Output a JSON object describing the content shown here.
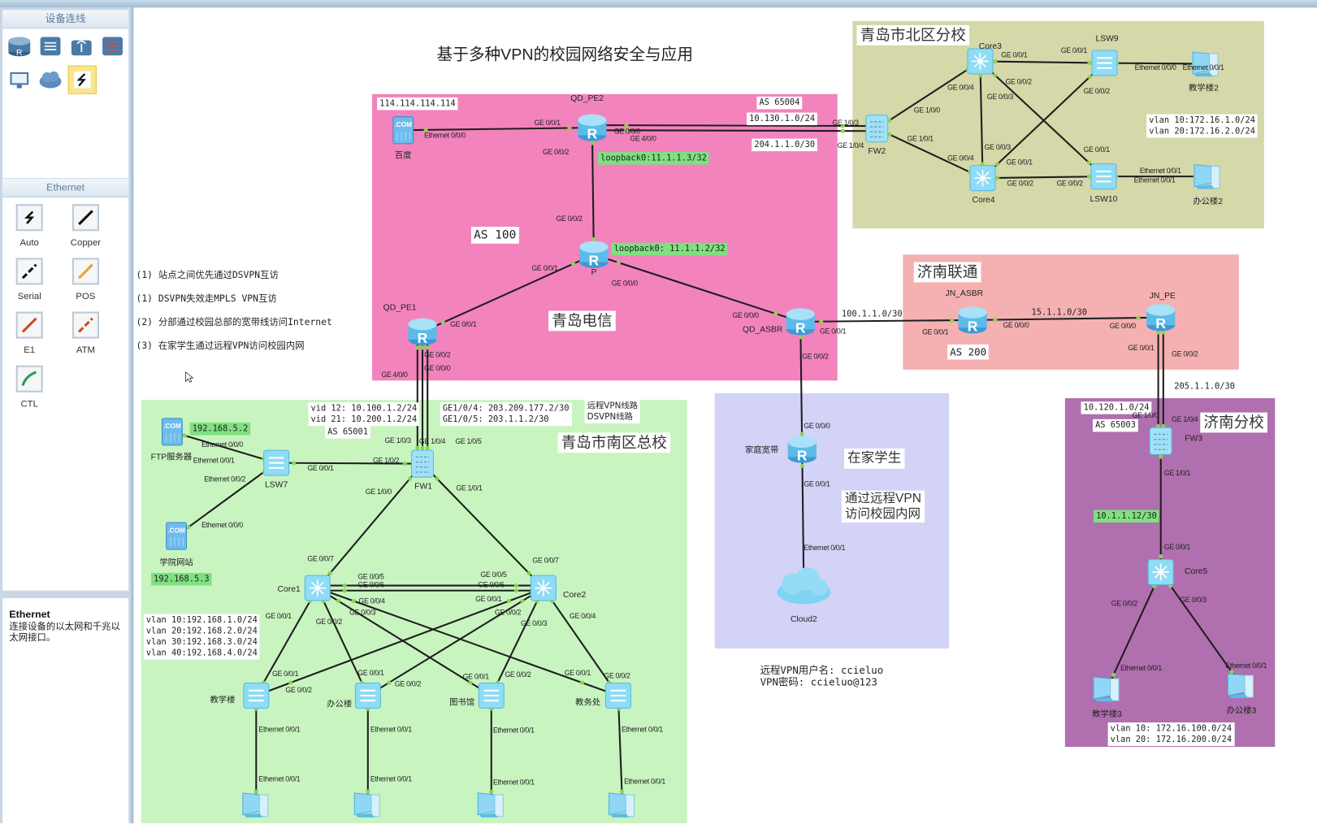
{
  "sidebar": {
    "device_panel_title": "设备连线",
    "device_icons": [
      "router-icon",
      "switch-icon",
      "wireless-icon",
      "firewall-icon",
      "pc-icon",
      "cloud-icon",
      "link-icon"
    ],
    "link_panel_title": "Ethernet",
    "link_types": [
      "Auto",
      "Copper",
      "Serial",
      "POS",
      "E1",
      "ATM",
      "CTL"
    ],
    "info_title": "Ethernet",
    "info_text": "连接设备的以太网和千兆以太网接口。"
  },
  "title": "基于多种VPN的校园网络安全与应用",
  "notes": [
    "(1) 站点之间优先通过DSVPN互访",
    "(1) DSVPN失效走MPLS VPN互访",
    "(2) 分部通过校园总部的宽带线访问Internet",
    "(3) 在家学生通过远程VPN访问校园内网"
  ],
  "regions": {
    "qd_telecom": {
      "name": "青岛电信",
      "as": "AS 100",
      "color": "#f383bd"
    },
    "north": {
      "name": "青岛市北区分校",
      "color": "#d5d8a8"
    },
    "jn_unicom": {
      "name": "济南联通",
      "as": "AS 200",
      "color": "#f5b1b1"
    },
    "jn_campus": {
      "name": "济南分校",
      "as": "AS 65003",
      "color": "#b06fae"
    },
    "home": {
      "name": "在家学生",
      "desc": "通过远程VPN\n访问校园内网",
      "color": "#d3d3f8"
    },
    "south": {
      "name": "青岛市南区总校",
      "as": "AS 65001",
      "color": "#c8f4c0"
    }
  },
  "annotations": {
    "baidu_ip": "114.114.114.114",
    "as65004": "AS 65004",
    "net_10_130": "10.130.1.0/24",
    "net_204": "204.1.1.0/30",
    "pe2_loopback": "loopback0:11.1.1.3/32",
    "p_loopback": "loopback0: 11.1.1.2/32",
    "north_vlans": "vlan 10:172.16.1.0/24\nvlan 20:172.16.2.0/24",
    "net_100": "100.1.1.0/30",
    "net_15": "15.1.1.0/30",
    "net_205": "205.1.1.0/30",
    "net_10_120": "10.120.1.0/24",
    "net_10_1_1_12": "10.1.1.12/30",
    "jn_vlans": "vlan 10: 172.16.100.0/24\nvlan 20: 172.16.200.0/24",
    "vpn_credentials": "远程VPN用户名: ccieluo\nVPN密码: ccieluo@123",
    "fw1_vids": "vid 12: 10.100.1.2/24\nvid 21: 10.200.1.2/24",
    "fw1_wan": "GE1/0/4: 203.209.177.2/30\nGE1/0/5: 203.1.1.2/30",
    "fw1_lines": "远程VPN线路\nDSVPN线路",
    "ftp_ip": "192.168.5.2",
    "web_ip": "192.168.5.3",
    "south_vlans": "vlan 10:192.168.1.0/24\nvlan 20:192.168.2.0/24\nvlan 30:192.168.3.0/24\nvlan 40:192.168.4.0/24"
  },
  "nodes": [
    {
      "id": "baidu",
      "type": "server",
      "label": "百度"
    },
    {
      "id": "pe2",
      "type": "router",
      "label": "QD_PE2"
    },
    {
      "id": "p",
      "type": "router",
      "label": "P"
    },
    {
      "id": "pe1",
      "type": "router",
      "label": "QD_PE1"
    },
    {
      "id": "asbr",
      "type": "router",
      "label": "QD_ASBR"
    },
    {
      "id": "jnasbr",
      "type": "router",
      "label": "JN_ASBR"
    },
    {
      "id": "jnpe",
      "type": "router",
      "label": "JN_PE"
    },
    {
      "id": "fw2",
      "type": "firewall",
      "label": "FW2"
    },
    {
      "id": "core3",
      "type": "l3switch",
      "label": "Core3"
    },
    {
      "id": "core4",
      "type": "l3switch",
      "label": "Core4"
    },
    {
      "id": "lsw9",
      "type": "switch",
      "label": "LSW9"
    },
    {
      "id": "lsw10",
      "type": "switch",
      "label": "LSW10"
    },
    {
      "id": "pc2a",
      "type": "pc",
      "label": "教学楼2"
    },
    {
      "id": "pc2b",
      "type": "pc",
      "label": "办公楼2"
    },
    {
      "id": "fw1",
      "type": "firewall",
      "label": "FW1"
    },
    {
      "id": "lsw7",
      "type": "switch",
      "label": "LSW7"
    },
    {
      "id": "ftp",
      "type": "server",
      "label": "FTP服务器"
    },
    {
      "id": "web",
      "type": "server",
      "label": "学院网站"
    },
    {
      "id": "core1",
      "type": "l3switch",
      "label": "Core1"
    },
    {
      "id": "core2",
      "type": "l3switch",
      "label": "Core2"
    },
    {
      "id": "sw1",
      "type": "switch",
      "label": "教学楼"
    },
    {
      "id": "sw2",
      "type": "switch",
      "label": "办公楼"
    },
    {
      "id": "sw3",
      "type": "switch",
      "label": "图书馆"
    },
    {
      "id": "sw4",
      "type": "switch",
      "label": "教务处"
    },
    {
      "id": "pc1",
      "type": "pc",
      "label": ""
    },
    {
      "id": "pc2",
      "type": "pc",
      "label": ""
    },
    {
      "id": "pc3",
      "type": "pc",
      "label": ""
    },
    {
      "id": "pc4",
      "type": "pc",
      "label": ""
    },
    {
      "id": "home",
      "type": "router",
      "label": "家庭宽带"
    },
    {
      "id": "cloud2",
      "type": "cloud",
      "label": "Cloud2"
    },
    {
      "id": "fw3",
      "type": "firewall",
      "label": "FW3"
    },
    {
      "id": "core5",
      "type": "l3switch",
      "label": "Core5"
    },
    {
      "id": "pc3a",
      "type": "pc",
      "label": "教学楼3"
    },
    {
      "id": "pc3b",
      "type": "pc",
      "label": "办公楼3"
    }
  ],
  "links": [
    [
      "baidu",
      "pe2",
      1
    ],
    [
      "pe2",
      "p",
      1
    ],
    [
      "p",
      "pe1",
      1
    ],
    [
      "p",
      "asbr",
      1
    ],
    [
      "pe2",
      "fw2",
      2
    ],
    [
      "pe1",
      "fw1",
      3
    ],
    [
      "asbr",
      "jnasbr",
      1
    ],
    [
      "jnasbr",
      "jnpe",
      1
    ],
    [
      "jnpe",
      "fw3",
      2
    ],
    [
      "asbr",
      "home",
      1
    ],
    [
      "home",
      "cloud2",
      1
    ],
    [
      "fw2",
      "core3",
      1
    ],
    [
      "fw2",
      "core4",
      1
    ],
    [
      "core3",
      "lsw9",
      1
    ],
    [
      "core3",
      "core4",
      1
    ],
    [
      "core3",
      "lsw10",
      1
    ],
    [
      "core4",
      "lsw9",
      1
    ],
    [
      "core4",
      "lsw10",
      1
    ],
    [
      "lsw9",
      "pc2a",
      1
    ],
    [
      "lsw10",
      "pc2b",
      1
    ],
    [
      "fw3",
      "core5",
      1
    ],
    [
      "core5",
      "pc3a",
      1
    ],
    [
      "core5",
      "pc3b",
      1
    ],
    [
      "ftp",
      "lsw7",
      1
    ],
    [
      "web",
      "lsw7",
      1
    ],
    [
      "lsw7",
      "fw1",
      1
    ],
    [
      "fw1",
      "core1",
      1
    ],
    [
      "fw1",
      "core2",
      1
    ],
    [
      "core1",
      "core2",
      2
    ],
    [
      "core1",
      "sw1",
      1
    ],
    [
      "core1",
      "sw2",
      1
    ],
    [
      "core1",
      "sw3",
      1
    ],
    [
      "core1",
      "sw4",
      1
    ],
    [
      "core2",
      "sw1",
      1
    ],
    [
      "core2",
      "sw2",
      1
    ],
    [
      "core2",
      "sw3",
      1
    ],
    [
      "core2",
      "sw4",
      1
    ],
    [
      "sw1",
      "pc1",
      1
    ],
    [
      "sw2",
      "pc2",
      1
    ],
    [
      "sw3",
      "pc3",
      1
    ],
    [
      "sw4",
      "pc4",
      1
    ]
  ],
  "link_color": "#1e1e1e",
  "port_color": "#8fd14f",
  "port_labels": [
    "Ethernet 0/0/0",
    "GE 0/0/1",
    "GE 0/0/2",
    "GE 0/0/0",
    "GE 4/0/0",
    "GE 0/0/2",
    "GE 0/0/1",
    "GE 0/0/0",
    "GE 0/0/1",
    "GE 0/0/2",
    "GE 0/0/0",
    "GE 4/0/0",
    "GE 0/0/0",
    "GE 0/0/1",
    "GE 0/0/2",
    "GE 1/0/3",
    "GE 1/0/4",
    "GE 1/0/0",
    "GE 1/0/1",
    "GE 0/0/4",
    "GE 0/0/1",
    "GE 0/0/2",
    "GE 0/0/3",
    "GE 0/0/1",
    "GE 0/0/2",
    "Ethernet 0/0/0",
    "Ethernet 0/0/1",
    "GE 0/0/4",
    "GE 0/0/3",
    "GE 0/0/1",
    "GE 0/0/2",
    "GE 0/0/2",
    "GE 0/0/1",
    "Ethernet 0/0/1",
    "Ethernet 0/0/1",
    "GE 0/0/1",
    "GE 0/0/0",
    "GE 0/0/0",
    "GE 0/0/1",
    "GE 0/0/2",
    "GE 1/0/0",
    "GE 1/0/4",
    "GE 1/0/1",
    "GE 0/0/1",
    "GE 0/0/2",
    "GE 0/0/3",
    "Ethernet 0/0/1",
    "Ethernet 0/0/1",
    "GE 0/0/0",
    "GE 0/0/1",
    "Ethernet 0/0/1",
    "Ethernet 0/0/0",
    "Ethernet 0/0/1",
    "Ethernet 0/0/2",
    "Ethernet 0/0/0",
    "GE 0/0/1",
    "GE 1/0/2",
    "GE 1/0/3",
    "GE 1/0/4",
    "GE 1/0/5",
    "GE 1/0/0",
    "GE 1/0/1",
    "GE 0/0/7",
    "GE 0/0/7",
    "GE 0/0/5",
    "GE 0/0/6",
    "GE 0/0/5",
    "GE 0/0/6",
    "GE 0/0/4",
    "GE 0/0/3",
    "GE 0/0/1",
    "GE 0/0/2",
    "GE 0/0/3",
    "GE 0/0/4",
    "GE 0/0/1",
    "GE 0/0/2",
    "GE 0/0/1",
    "GE 0/0/2",
    "GE 0/0/1",
    "GE 0/0/2",
    "GE 0/0/1",
    "GE 0/0/2",
    "GE 0/0/1",
    "GE 0/0/2",
    "Ethernet 0/0/1",
    "Ethernet 0/0/1",
    "Ethernet 0/0/1",
    "Ethernet 0/0/1",
    "Ethernet 0/0/1",
    "Ethernet 0/0/1",
    "Ethernet 0/0/1",
    "Ethernet 0/0/1"
  ]
}
